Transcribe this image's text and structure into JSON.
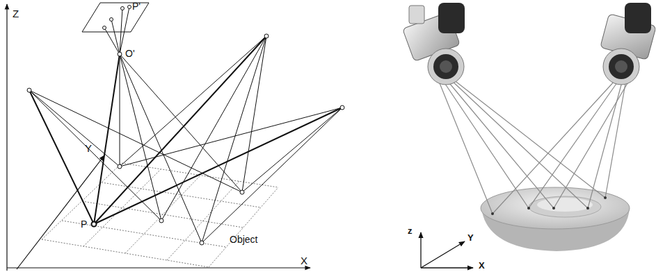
{
  "diagram": {
    "labels": [
      "Z",
      "P'",
      "O'",
      "Y",
      "P",
      "Object",
      "X",
      "z",
      "Y",
      "X"
    ]
  }
}
